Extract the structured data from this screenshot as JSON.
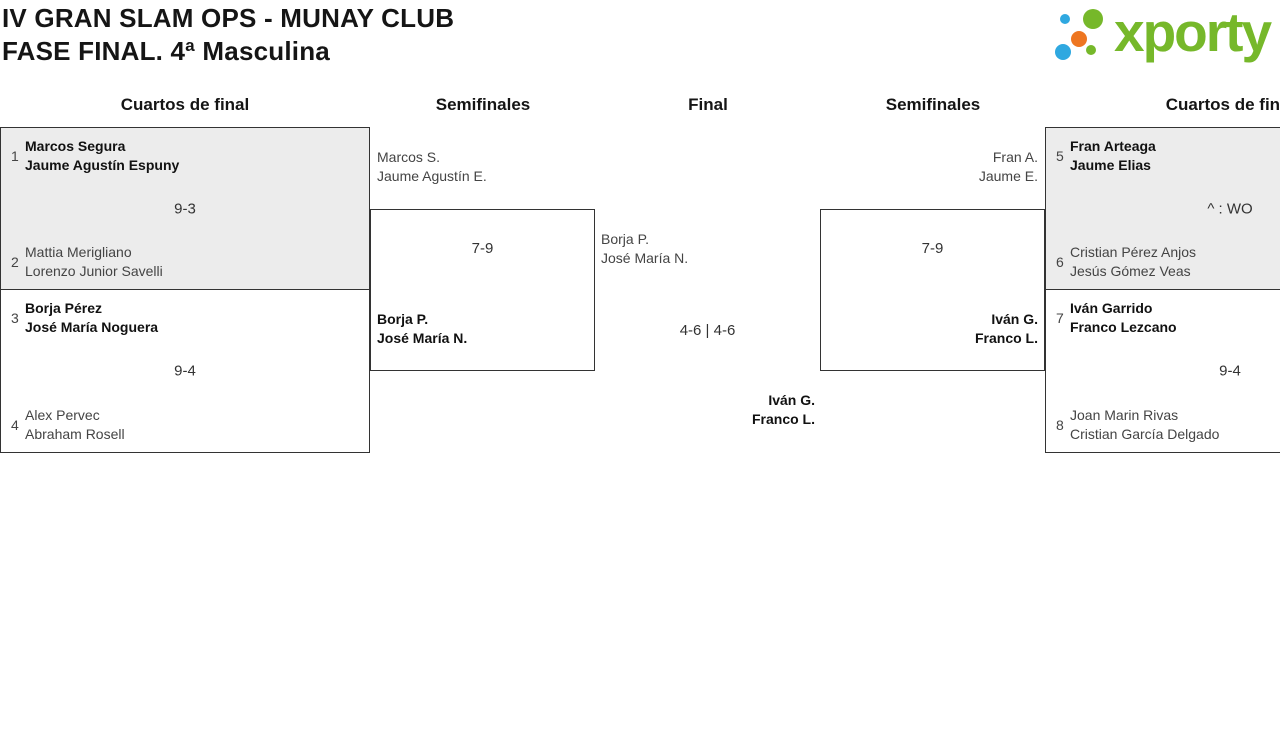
{
  "title": {
    "line1": "IV GRAN SLAM OPS - MUNAY CLUB",
    "line2": "FASE FINAL. 4ª Masculina"
  },
  "logo": {
    "text": "xporty"
  },
  "round_headers": {
    "qf_left": "Cuartos de final",
    "sf_left": "Semifinales",
    "final": "Final",
    "sf_right": "Semifinales",
    "qf_right": "Cuartos de final"
  },
  "matches": {
    "qf_left": [
      {
        "seed_top": "1",
        "team_top": {
          "p1": "Marcos Segura",
          "p2": "Jaume Agustín Espuny"
        },
        "score": "9-3",
        "seed_bottom": "2",
        "team_bottom": {
          "p1": "Mattia Merigliano",
          "p2": "Lorenzo Junior Savelli"
        }
      },
      {
        "seed_top": "3",
        "team_top": {
          "p1": "Borja Pérez",
          "p2": "José María Noguera"
        },
        "score": "9-4",
        "seed_bottom": "4",
        "team_bottom": {
          "p1": "Alex Pervec",
          "p2": "Abraham Rosell"
        }
      }
    ],
    "sf_left": {
      "team_top": {
        "p1": "Marcos S.",
        "p2": "Jaume Agustín E."
      },
      "score": "7-9",
      "team_bottom": {
        "p1": "Borja P.",
        "p2": "José María N."
      }
    },
    "final": {
      "team_top": {
        "p1": "Borja P.",
        "p2": "José María N."
      },
      "score": "4-6 | 4-6",
      "team_bottom": {
        "p1": "Iván G.",
        "p2": "Franco L."
      }
    },
    "sf_right": {
      "team_top": {
        "p1": "Fran A.",
        "p2": "Jaume E."
      },
      "score": "7-9",
      "team_bottom": {
        "p1": "Iván G.",
        "p2": "Franco L."
      }
    },
    "qf_right": [
      {
        "seed_top": "5",
        "team_top": {
          "p1": "Fran Arteaga",
          "p2": "Jaume Elias"
        },
        "score": "^ : WO",
        "seed_bottom": "6",
        "team_bottom": {
          "p1": "Cristian Pérez Anjos",
          "p2": "Jesús Gómez Veas"
        }
      },
      {
        "seed_top": "7",
        "team_top": {
          "p1": "Iván Garrido",
          "p2": "Franco Lezcano"
        },
        "score": "9-4",
        "seed_bottom": "8",
        "team_bottom": {
          "p1": "Joan Marin Rivas",
          "p2": "Cristian García Delgado"
        }
      }
    ]
  },
  "colors": {
    "accent_green": "#76b82a",
    "dot_blue": "#2fa8e0",
    "dot_orange": "#ee7621",
    "shaded_match_bg": "#ececec",
    "border": "#333333",
    "winner_text": "#111111",
    "secondary_text": "#444444"
  }
}
